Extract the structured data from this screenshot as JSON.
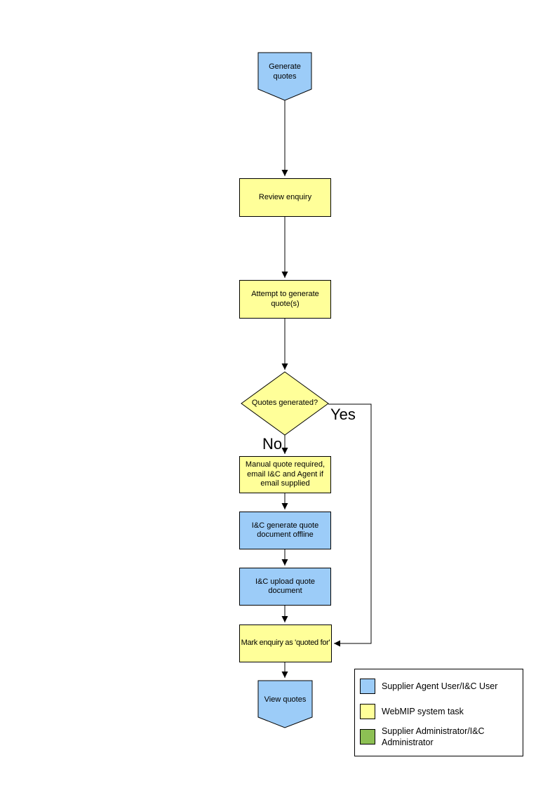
{
  "colors": {
    "node_blue": "#9CCCF8",
    "node_yellow": "#FFFF99",
    "legend_green": "#8DC054",
    "line_black": "#000000"
  },
  "flow": {
    "nodes": {
      "start": {
        "label": "Generate quotes"
      },
      "review": {
        "label": "Review enquiry"
      },
      "attempt": {
        "label": "Attempt to generate quote(s)"
      },
      "decision": {
        "label": "Quotes generated?"
      },
      "manual": {
        "label": "Manual quote required, email I&C and Agent if email supplied"
      },
      "generate_offline": {
        "label": "I&C generate quote document offline"
      },
      "upload": {
        "label": "I&C upload quote document"
      },
      "mark": {
        "label": "Mark enquiry as 'quoted for'"
      },
      "end": {
        "label": "View quotes"
      }
    },
    "branch_labels": {
      "yes": "Yes",
      "no": "No"
    }
  },
  "legend": {
    "items": [
      {
        "swatch_color": "#9CCCF8",
        "label": "Supplier Agent User/I&C User"
      },
      {
        "swatch_color": "#FFFF99",
        "label": "WebMIP system task"
      },
      {
        "swatch_color": "#8DC054",
        "label": "Supplier Administrator/I&C Administrator"
      }
    ]
  }
}
